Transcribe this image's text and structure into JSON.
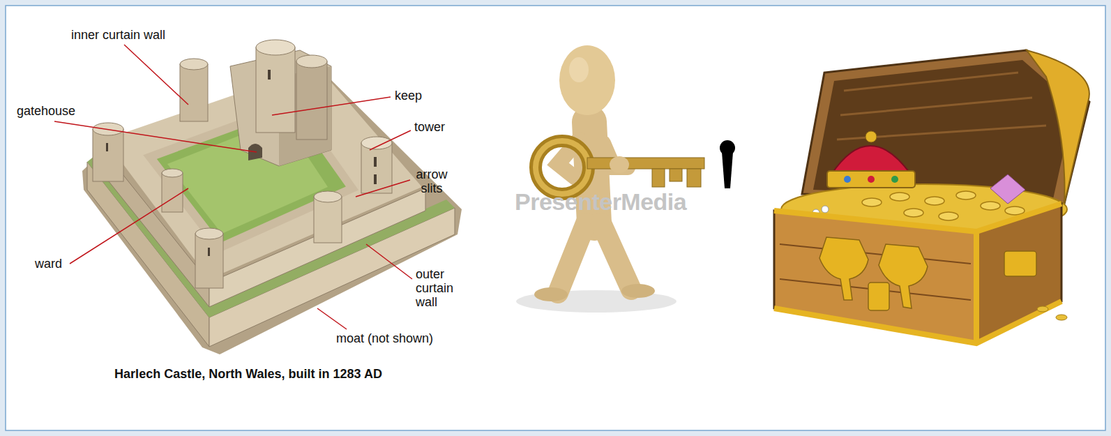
{
  "diagram": {
    "caption": "Harlech Castle, North Wales, built in 1283 AD",
    "labels": [
      "inner curtain wall",
      "keep",
      "gatehouse",
      "tower",
      "arrow slits",
      "ward",
      "outer curtain wall",
      "moat (not shown)",
      "PresenterMedia"
    ]
  }
}
